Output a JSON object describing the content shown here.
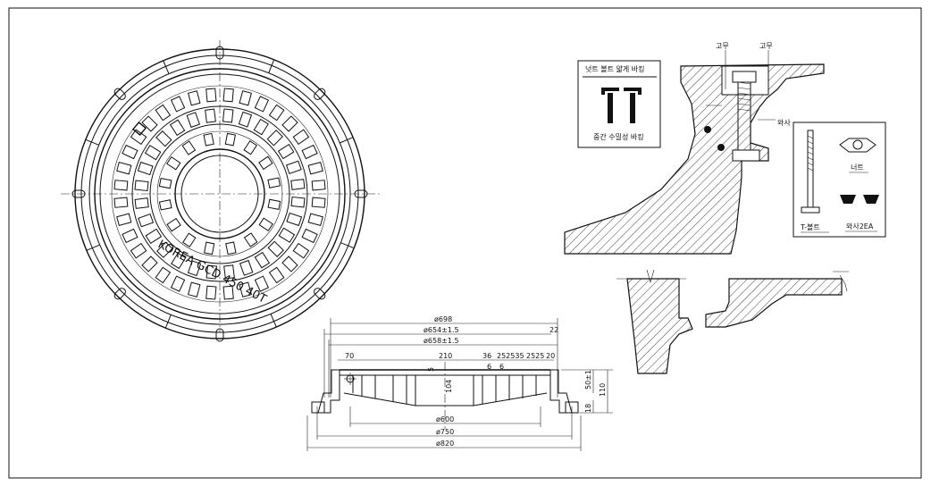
{
  "plan_view": {
    "engraving": "KOREA  GCD  450 40T"
  },
  "section_dimensions": {
    "d698": "ø698",
    "d654": "ø654±1.5",
    "d658": "ø658±1.5",
    "d600": "ø600",
    "d750": "ø750",
    "d820": "ø820",
    "gap_22": "22",
    "w70": "70",
    "w210": "210",
    "w5": "5",
    "w36": "36",
    "w6a": "6",
    "w6b": "6",
    "rib_widths": "252535",
    "w2525": "2525",
    "w20": "20",
    "h104": "104",
    "h50": "50±1",
    "h110": "110",
    "h18": "18"
  },
  "packing_box": {
    "title": "넛트 볼트 얇게 바킹",
    "caption": "중간 수밀성 바킹"
  },
  "detail_labels": {
    "rubber_left": "고무",
    "rubber_right": "고무",
    "washer": "와사"
  },
  "parts_box": {
    "nut": "너트",
    "bolt": "T-볼트",
    "washers": "와사2EA"
  }
}
